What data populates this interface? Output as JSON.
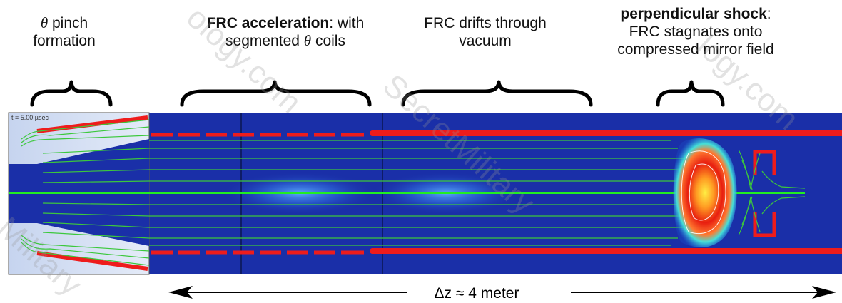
{
  "labels": {
    "theta_symbol": "θ",
    "pinch_line1_rest": " pinch",
    "pinch_line2": "formation",
    "accel_bold": "FRC acceleration",
    "accel_rest": ": with",
    "accel_line2_pre": "segmented ",
    "accel_line2_post": " coils",
    "drift_line1": "FRC drifts through",
    "drift_line2": "vacuum",
    "shock_bold": "perpendicular shock",
    "shock_colon": ":",
    "shock_line2": "FRC stagnates onto",
    "shock_line3": "compressed mirror field"
  },
  "timestamp": "t = 5.00 µsec",
  "scale_label": "Δz ≈ 4 meter",
  "watermark": {
    "text1": "ology.com",
    "text2": "SecretMilitary",
    "text3": "Military",
    "text4": "logy.com"
  },
  "colors": {
    "plasma_bg": "#1a2fa8",
    "coil_red": "#ee1c1c",
    "field_line_green": "#3cc83c",
    "axis_green": "#22ee22"
  }
}
